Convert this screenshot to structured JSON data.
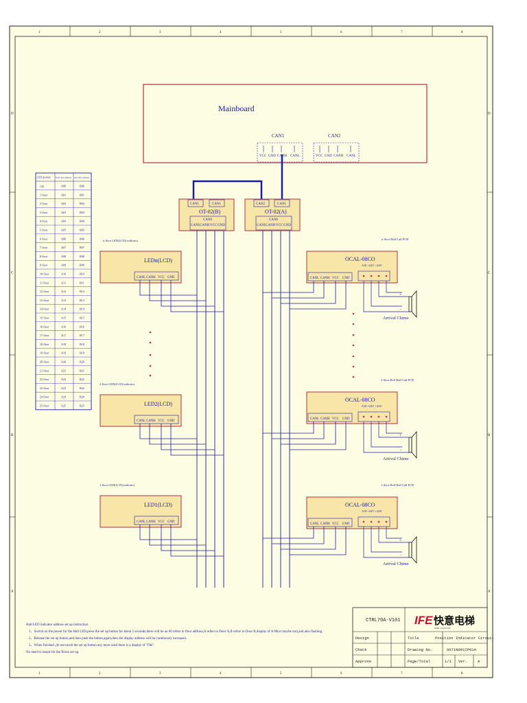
{
  "frame": {
    "col_labels": [
      "1",
      "2",
      "3",
      "4",
      "5",
      "6",
      "7",
      "8"
    ],
    "row_labels": [
      "D",
      "C",
      "B",
      "A"
    ]
  },
  "mainboard": {
    "title": "Mainboard",
    "can1": "CAN1",
    "can2": "CAN2",
    "pins": [
      "VCC",
      "GND",
      "CANH",
      "CANL"
    ]
  },
  "boards": {
    "ot_b": {
      "ports": [
        "CAN1",
        "CAN1"
      ],
      "name": "OT-02(B)",
      "bus": "CAN0",
      "pins": [
        "CANL",
        "CANH",
        "VCC",
        "GND"
      ]
    },
    "ot_a": {
      "ports": [
        "CAN2",
        "CAN1"
      ],
      "name": "OT-02(A)",
      "bus": "CAN0",
      "pins": [
        "CANL",
        "CANH",
        "VCC",
        "GND"
      ]
    }
  },
  "led_table": {
    "headers": [
      "LED position",
      "front door address",
      "rear door address"
    ],
    "rows": [
      [
        "cop",
        "A00",
        "B00"
      ],
      [
        "1 floor",
        "A01",
        "B01"
      ],
      [
        "2 floor",
        "A02",
        "B02"
      ],
      [
        "3 floor",
        "A03",
        "B03"
      ],
      [
        "4 floor",
        "A04",
        "B04"
      ],
      [
        "5 floor",
        "A05",
        "B05"
      ],
      [
        "6 floor",
        "A06",
        "B06"
      ],
      [
        "7 floor",
        "A07",
        "B07"
      ],
      [
        "8 floor",
        "A08",
        "B08"
      ],
      [
        "9 floor",
        "A09",
        "B09"
      ],
      [
        "10 floor",
        "A10",
        "B10"
      ],
      [
        "11 floor",
        "A11",
        "B11"
      ],
      [
        "12 floor",
        "A12",
        "B12"
      ],
      [
        "13 floor",
        "A13",
        "B13"
      ],
      [
        "14 floor",
        "A14",
        "B14"
      ],
      [
        "15 floor",
        "A15",
        "B15"
      ],
      [
        "16 floor",
        "A16",
        "B16"
      ],
      [
        "17 floor",
        "A17",
        "B17"
      ],
      [
        "18 floor",
        "A18",
        "B18"
      ],
      [
        "19 floor",
        "A19",
        "B19"
      ],
      [
        "20 floor",
        "A20",
        "B20"
      ],
      [
        "21 floor",
        "A21",
        "B21"
      ],
      [
        "22 floor",
        "A22",
        "B22"
      ],
      [
        "23 floor",
        "A23",
        "B23"
      ],
      [
        "24 floor",
        "A24",
        "B24"
      ],
      [
        "25 floor",
        "A25",
        "B25"
      ]
    ]
  },
  "indicators": [
    {
      "caption": "n floor LED(LCD) indicator",
      "name": "LEDn(LCD)",
      "pins": [
        "CANL",
        "CANH",
        "VCC",
        "GND"
      ]
    },
    {
      "caption": "2 floor LED(LCD) indicator",
      "name": "LED2(LCD)",
      "pins": [
        "CANL",
        "CANH",
        "VCC",
        "GND"
      ]
    },
    {
      "caption": "1 floor LED(LCD) indicator",
      "name": "LED1(LCD)",
      "pins": [
        "CANL",
        "CANH",
        "VCC",
        "GND"
      ]
    }
  ],
  "hall_pcbs": [
    {
      "caption": "n floor Hall Call PCB",
      "name": "OCAL-08CO",
      "sub": "A   B  +24V +24V",
      "pins": [
        "CANL",
        "CANH",
        "VCC",
        "GND"
      ],
      "chime": "Arrival Chime"
    },
    {
      "caption": "2 floor Boll Hall Call PCB",
      "name": "OCAL-08CO",
      "sub": "A   B  +24V +24V",
      "pins": [
        "CANL",
        "CANH",
        "VCC",
        "GND"
      ],
      "chime": "Arrival Chime"
    },
    {
      "caption": "1 floor Boll Hall Call PCB",
      "name": "OCAL-08CO",
      "sub": "A   B  +24V +24V",
      "pins": [
        "CANL",
        "CANH",
        "VCC",
        "GND"
      ],
      "chime": "Arrival Chime"
    }
  ],
  "chime_polarity": {
    "plus": "+",
    "minus": "-"
  },
  "notes": {
    "title": "Hall LED indicator address set up instruction",
    "items": [
      "1、Switch on the power for the Hall LED,press the set up button for about 5 seconds,there will be an 60 refers to floor address,A refers to Door A,B refers to Door B,display of A 00(or maybe not),and also flashing.",
      "2、Release the set up  button,and then push the button,again,then the display address will be continously increased.",
      "3、When finished ,do not touch the set up button any more until there is a display of \"OK\".",
      "No need to restart for the floors set up."
    ]
  },
  "title_block": {
    "doc_no": "CTRL70A-V101",
    "logo_mark": "IFE",
    "logo_text": "快意电梯",
    "logo_sub": "KONE ELEVATOR",
    "design": "Design",
    "check": "Check",
    "approve": "Approve",
    "title_label": "Title",
    "title_value": "Position Indicator Circuit",
    "drawing_label": "Drawing No.",
    "drawing_value": "SG71N001IP01A",
    "page_label": "Page/Total",
    "page_value": "1/1",
    "ver_label": "Ver.",
    "ver_value": "A"
  },
  "colors": {
    "wire": "#1a1aaa",
    "box": "#b03040",
    "fill": "#f7e6a8",
    "paper": "#fdfde3",
    "dot": "#c03040"
  }
}
